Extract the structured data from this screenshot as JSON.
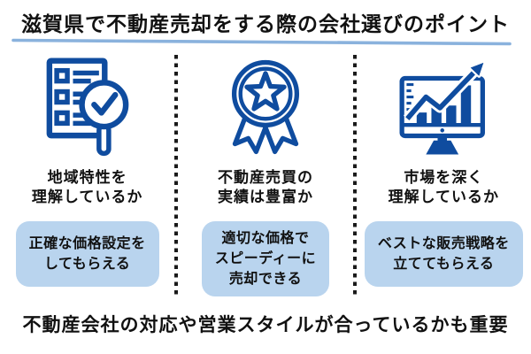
{
  "title": {
    "text": "滋賀県で不動産売却をする際の会社選びのポイント"
  },
  "columns": [
    {
      "icon": "checklist-magnifier-icon",
      "heading": [
        "地域特性を",
        "理解しているか"
      ],
      "box": [
        "正確な価格設定を",
        "してもらえる"
      ]
    },
    {
      "icon": "award-ribbon-icon",
      "heading": [
        "不動産売買の",
        "実績は豊富か"
      ],
      "box": [
        "適切な価格で",
        "スピーディーに",
        "売却できる"
      ]
    },
    {
      "icon": "growth-chart-monitor-icon",
      "heading": [
        "市場を深く",
        "理解しているか"
      ],
      "box": [
        "ベストな販売戦略を",
        "立ててもらえる"
      ]
    }
  ],
  "footer": {
    "text": "不動産会社の対応や営業スタイルが合っているかも重要"
  },
  "colors": {
    "primary_blue": "#0f4c9f",
    "box_bg": "#b9d4ee",
    "underline_blue": "#8ab2dd",
    "divider_dark": "#1a1a1a",
    "text_dark": "#111111",
    "page_bg": "#ffffff"
  }
}
